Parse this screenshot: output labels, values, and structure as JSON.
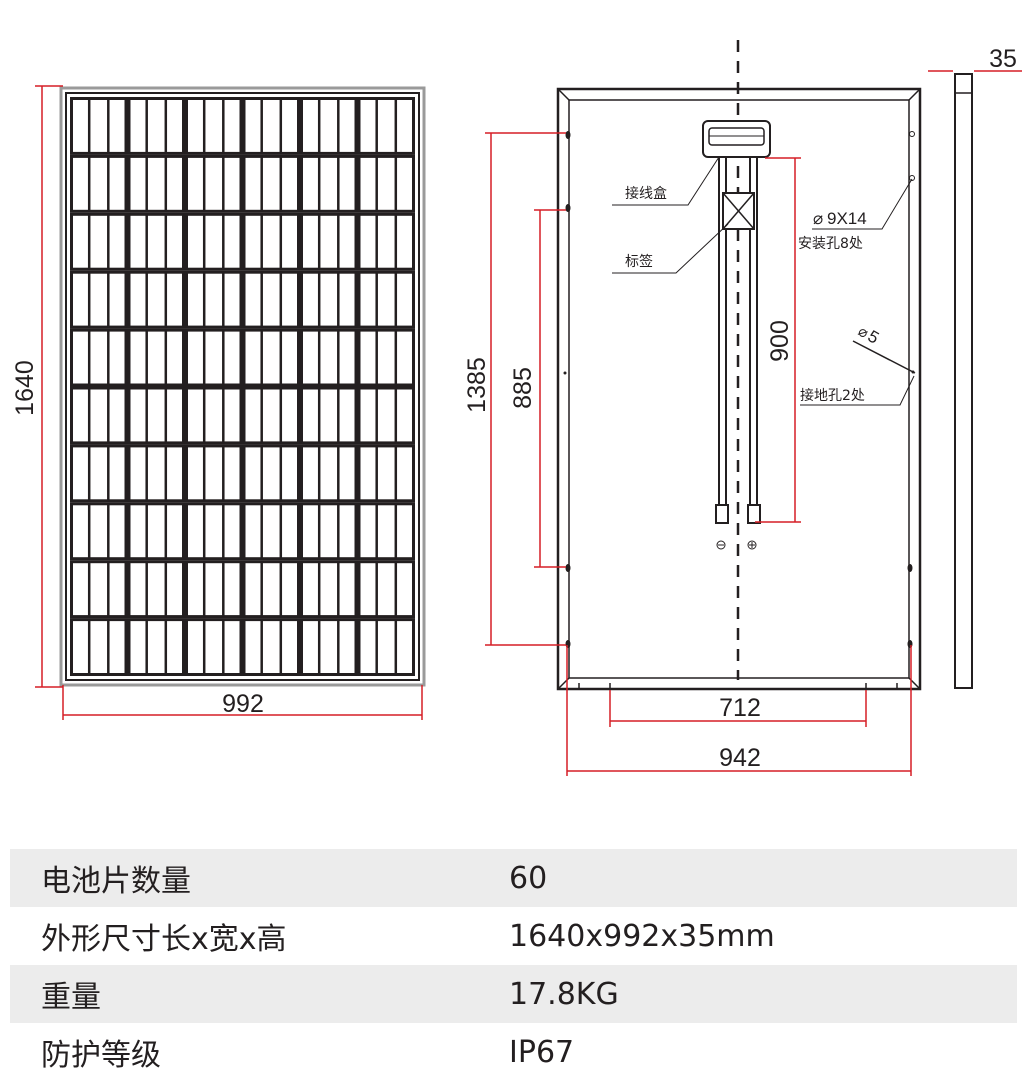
{
  "diagram": {
    "front_view": {
      "height_label": "1640",
      "width_label": "992",
      "cell_columns": 6,
      "cell_rows": 10
    },
    "back_view": {
      "height_label": "1385",
      "inner_height_label": "885",
      "junction_to_mount_label": "900",
      "bottom_inner_label": "712",
      "bottom_outer_label": "942",
      "junction_box_label": "接线盒",
      "tag_label": "标签",
      "mount_hole_spec": "9X14",
      "mount_hole_label": "安装孔8处",
      "ground_hole_spec": "5",
      "ground_hole_label": "接地孔2处"
    },
    "side_view": {
      "thickness_label": "35"
    },
    "colors": {
      "line": "#231f20",
      "dimension": "#d51f26",
      "table_shade": "#ececec"
    }
  },
  "specs": [
    {
      "label": "电池片数量",
      "value": "60"
    },
    {
      "label": "外形尺寸长x宽x高",
      "value": "1640x992x35mm"
    },
    {
      "label": "重量",
      "value": "17.8KG"
    },
    {
      "label": "防护等级",
      "value": "IP67"
    }
  ]
}
